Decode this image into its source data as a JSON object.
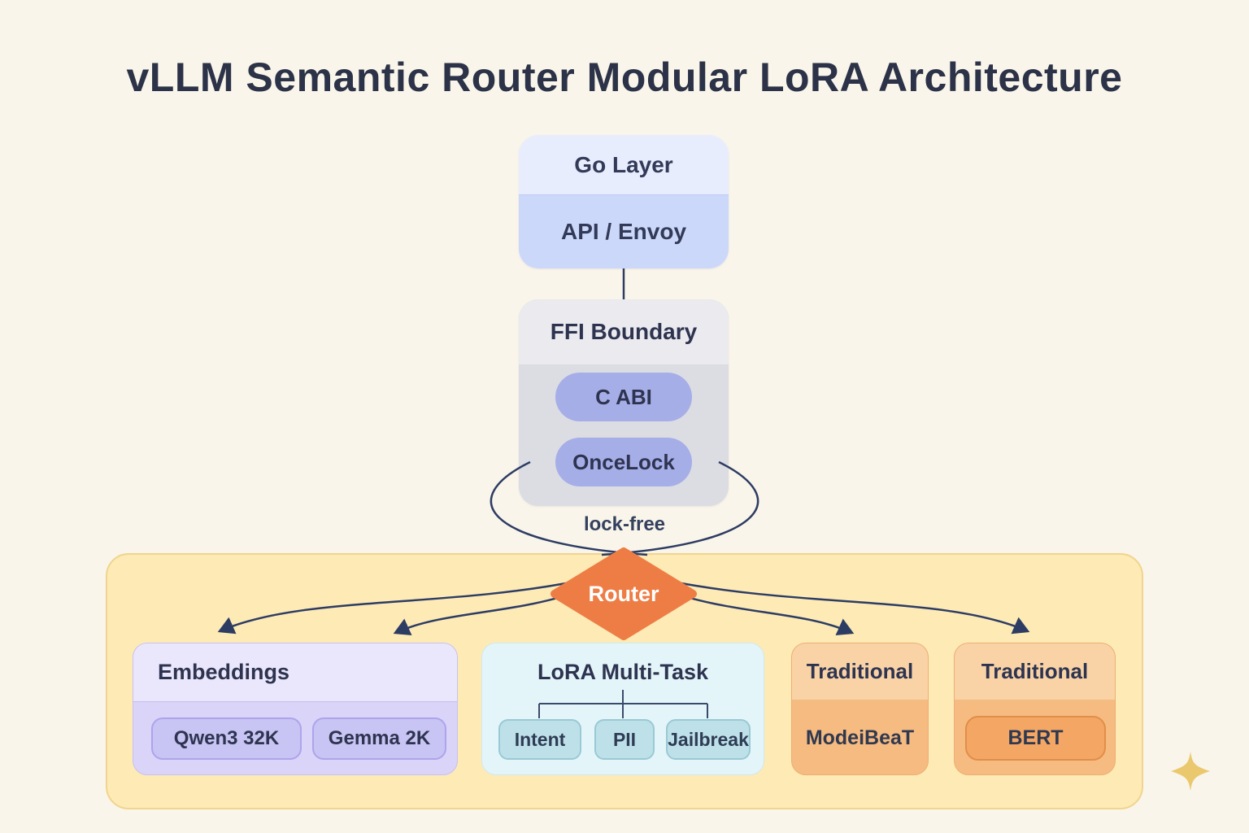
{
  "title": "vLLM Semantic Router Modular LoRA Architecture",
  "go_layer": {
    "title": "Go Layer",
    "subtitle": "API / Envoy"
  },
  "ffi_boundary": {
    "title": "FFI Boundary",
    "pills": [
      "C ABI",
      "OnceLock"
    ]
  },
  "lock_free_label": "lock-free",
  "router": {
    "label": "Router",
    "color": "#ee7d45"
  },
  "backends": {
    "embeddings": {
      "title": "Embeddings",
      "pills": [
        "Qwen3 32K",
        "Gemma 2K"
      ]
    },
    "lora_multi_task": {
      "title": "LoRA Multi-Task",
      "pills": [
        "Intent",
        "PII",
        "Jailbreak"
      ]
    },
    "traditional_modernbert": {
      "title": "Traditional",
      "label": "ModeiBeaT"
    },
    "traditional_bert": {
      "title": "Traditional",
      "pill": "BERT"
    }
  },
  "colors": {
    "background": "#f9f5ea",
    "arrow": "#2d3c63",
    "container_fill": "#fdeab5",
    "router_fill": "#ee7d45",
    "sparkle": "#eac86d"
  }
}
